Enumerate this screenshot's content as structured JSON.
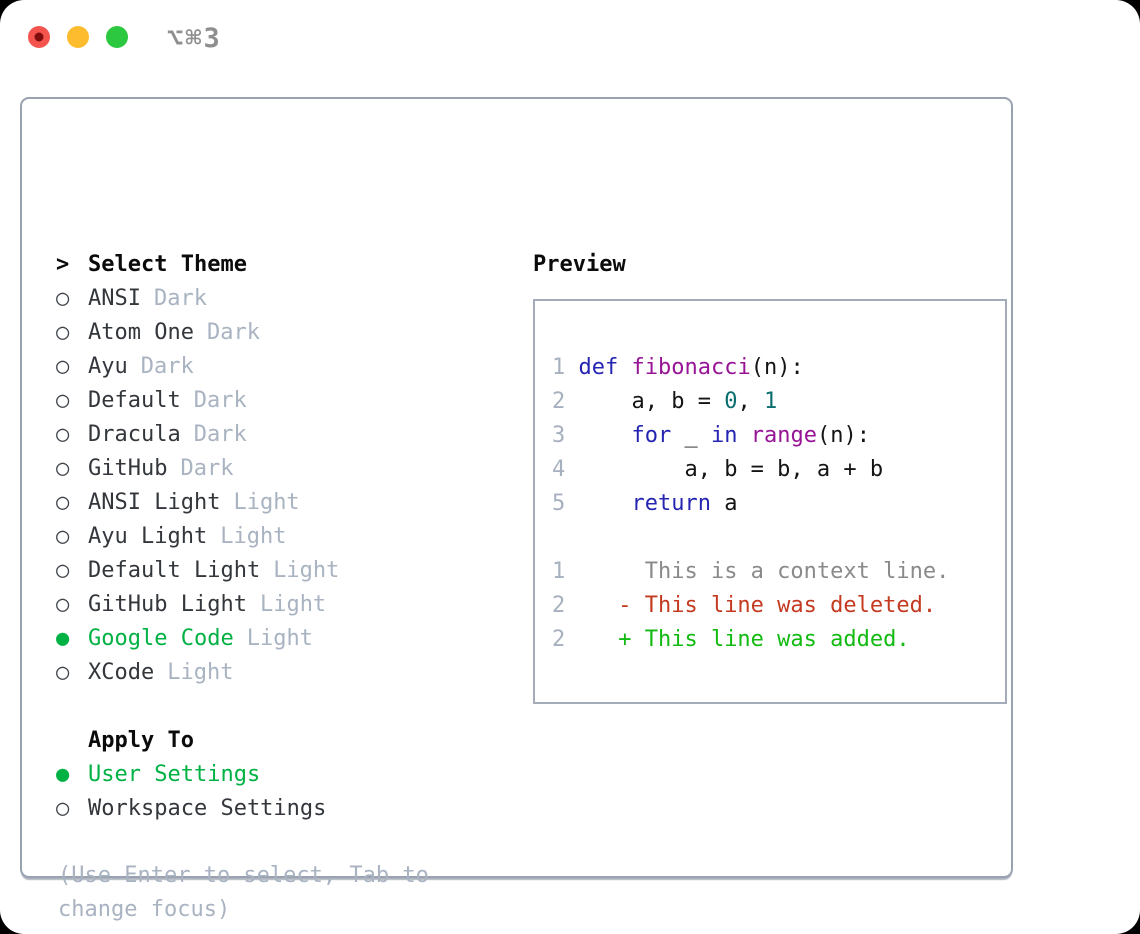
{
  "window": {
    "title": "⌥⌘3"
  },
  "markers": {
    "cursor": ">",
    "radio_selected": "●",
    "radio_unselected": "○"
  },
  "theme_list": {
    "header": {
      "cursor": ">",
      "label": "Select Theme"
    },
    "items": [
      {
        "name": "ANSI",
        "variant": "Dark",
        "selected": false
      },
      {
        "name": "Atom One",
        "variant": "Dark",
        "selected": false
      },
      {
        "name": "Ayu",
        "variant": "Dark",
        "selected": false
      },
      {
        "name": "Default",
        "variant": "Dark",
        "selected": false
      },
      {
        "name": "Dracula",
        "variant": "Dark",
        "selected": false
      },
      {
        "name": "GitHub",
        "variant": "Dark",
        "selected": false
      },
      {
        "name": "ANSI Light",
        "variant": "Light",
        "selected": false
      },
      {
        "name": "Ayu Light",
        "variant": "Light",
        "selected": false
      },
      {
        "name": "Default Light",
        "variant": "Light",
        "selected": false
      },
      {
        "name": "GitHub Light",
        "variant": "Light",
        "selected": false
      },
      {
        "name": "Google Code",
        "variant": "Light",
        "selected": true
      },
      {
        "name": "XCode",
        "variant": "Light",
        "selected": false
      }
    ]
  },
  "apply_to": {
    "label": "Apply To",
    "options": [
      {
        "name": "User Settings",
        "selected": true
      },
      {
        "name": "Workspace Settings",
        "selected": false
      }
    ]
  },
  "help_text": {
    "line1": "(Use Enter to select, Tab to",
    "line2": "change focus)"
  },
  "preview": {
    "label": "Preview",
    "code_lines": [
      [
        {
          "t": "1 ",
          "c": "ln"
        },
        {
          "t": "def",
          "c": "kw"
        },
        {
          "t": " ",
          "c": "pl"
        },
        {
          "t": "fibonacci",
          "c": "fn"
        },
        {
          "t": "(n):",
          "c": "pl"
        }
      ],
      [
        {
          "t": "2 ",
          "c": "ln"
        },
        {
          "t": "    a, b = ",
          "c": "pl"
        },
        {
          "t": "0",
          "c": "lit"
        },
        {
          "t": ", ",
          "c": "pl"
        },
        {
          "t": "1",
          "c": "lit"
        }
      ],
      [
        {
          "t": "3 ",
          "c": "ln"
        },
        {
          "t": "    ",
          "c": "pl"
        },
        {
          "t": "for",
          "c": "kw"
        },
        {
          "t": " _ ",
          "c": "pl"
        },
        {
          "t": "in",
          "c": "kw"
        },
        {
          "t": " ",
          "c": "pl"
        },
        {
          "t": "range",
          "c": "fn"
        },
        {
          "t": "(n):",
          "c": "pl"
        }
      ],
      [
        {
          "t": "4 ",
          "c": "ln"
        },
        {
          "t": "        a, b = b, a + b",
          "c": "pl"
        }
      ],
      [
        {
          "t": "5 ",
          "c": "ln"
        },
        {
          "t": "    ",
          "c": "pl"
        },
        {
          "t": "return",
          "c": "kw"
        },
        {
          "t": " a",
          "c": "pl"
        }
      ],
      [],
      [
        {
          "t": "1",
          "c": "ln"
        },
        {
          "t": "      This is a context line.",
          "c": "ctx"
        }
      ],
      [
        {
          "t": "2",
          "c": "ln"
        },
        {
          "t": "    - This line was deleted.",
          "c": "del"
        }
      ],
      [
        {
          "t": "2",
          "c": "ln"
        },
        {
          "t": "    + This line was added.",
          "c": "add"
        }
      ]
    ]
  },
  "colors": {
    "ui": {
      "window_bg": "#ffffff",
      "titlebar_text": "#8f8f8f",
      "traffic_red": "#f4544d",
      "traffic_red_dot": "#7f0d0d",
      "traffic_yellow": "#fcbc2e",
      "traffic_green": "#2bc840",
      "panel_border": "#99a2b0",
      "preview_border": "#a3acb8",
      "heading": "#0b0b0b",
      "text": "#33373c",
      "muted": "#a9b3c1",
      "green": "#00b244"
    },
    "syntax": {
      "ln": "#a6b0bf",
      "kw": "#2525b2",
      "fn": "#971497",
      "lit": "#0b6e6e",
      "pl": "#141414",
      "ctx": "#8a8a8a",
      "del": "#c43a20",
      "add": "#12ba12"
    }
  }
}
